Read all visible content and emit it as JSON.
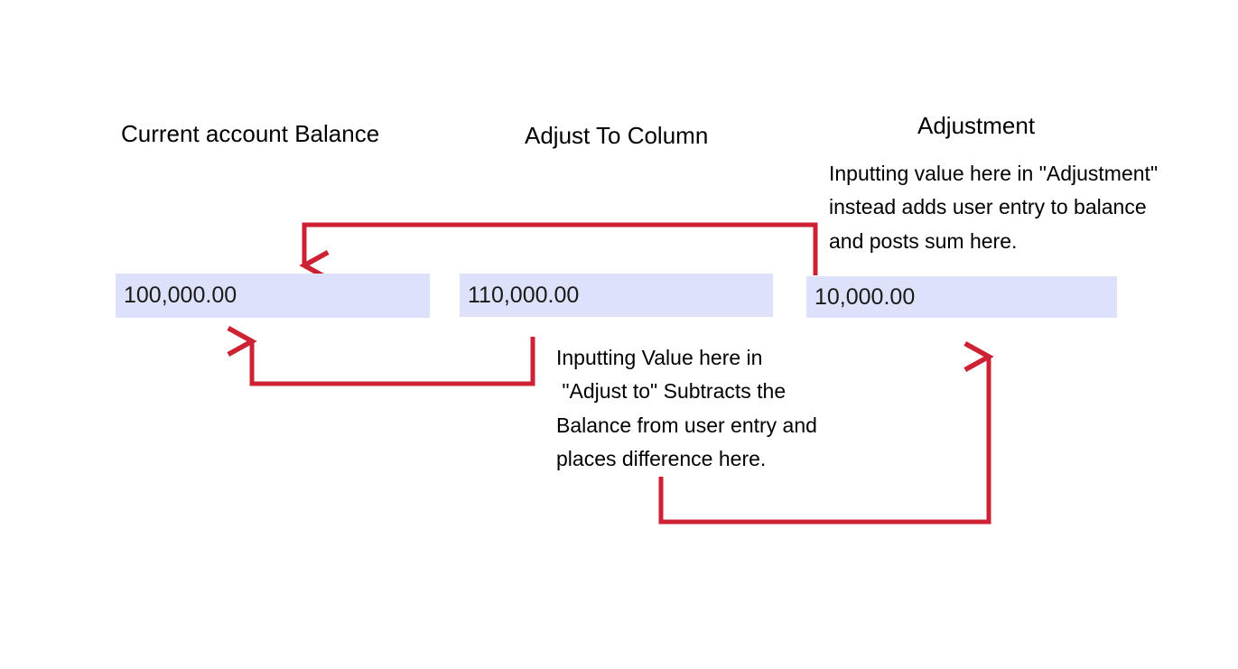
{
  "page": {
    "title": "Adjustment columns explanation diagram",
    "background_color": "#ffffff",
    "accent_color": "#cc2233",
    "field_fill_color": "#dde2fa"
  },
  "columns": [
    {
      "key": "balance",
      "header": "Current account Balance",
      "value": "100,000.00"
    },
    {
      "key": "adjust_to",
      "header": "Adjust To Column",
      "value": "110,000.00"
    },
    {
      "key": "adjustment",
      "header": "Adjustment",
      "value": "10,000.00"
    }
  ],
  "notes": {
    "adjustment": "Inputting value here in \"Adjustment\"\ninstead adds user entry to balance\nand posts sum here.",
    "adjust_to": "Inputting Value here in\n \"Adjust to\" Subtracts the\nBalance from user entry and\nplaces difference here."
  },
  "annotations": {
    "arrow_from_adjustment_to_balance": "adjustment-to-balance-arrow",
    "arrow_from_adjust_to_to_balance": "adjust-to-to-balance-arrow",
    "arrow_from_adjust_to_note_to_adjustment": "adjust-to-note-to-adjustment-arrow"
  }
}
